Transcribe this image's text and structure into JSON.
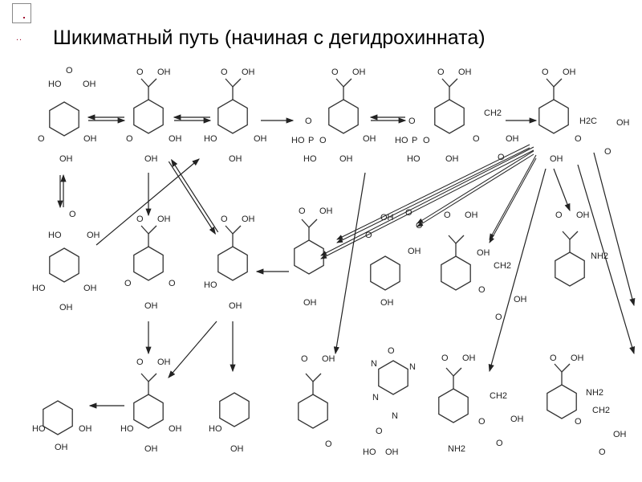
{
  "slide": {
    "title": "Шикиматный путь (начиная с дегидрохинната)",
    "bullet": "..",
    "icons": [
      "slide-thumbnail-icon"
    ]
  },
  "diagram": {
    "molecules": [
      {
        "labels": [
          "O",
          "HO",
          "OH",
          "O",
          "OH",
          "OH"
        ]
      },
      {
        "labels": [
          "O",
          "OH",
          "O",
          "OH",
          "OH"
        ]
      },
      {
        "labels": [
          "O",
          "OH",
          "HO",
          "OH",
          "OH"
        ]
      },
      {
        "labels": [
          "O",
          "OH",
          "O",
          "HO",
          "P",
          "O",
          "OH",
          "OH",
          "HO"
        ]
      },
      {
        "labels": [
          "O",
          "OH",
          "O",
          "HO",
          "P",
          "O",
          "HO",
          "CH2",
          "OH",
          "O",
          "O",
          "OH"
        ]
      },
      {
        "labels": [
          "O",
          "OH",
          "H2C",
          "OH",
          "O",
          "O",
          "OH"
        ]
      },
      {
        "labels": [
          "O",
          "HO",
          "OH",
          "HO",
          "OH",
          "OH"
        ]
      },
      {
        "labels": [
          "O",
          "OH",
          "O",
          "O",
          "OH"
        ]
      },
      {
        "labels": [
          "O",
          "OH",
          "HO",
          "OH"
        ]
      },
      {
        "labels": [
          "O",
          "OH",
          "OH"
        ]
      },
      {
        "labels": [
          "OH",
          "O",
          "O",
          "OH",
          "O",
          "OH"
        ]
      },
      {
        "labels": [
          "O",
          "OH",
          "OH",
          "CH2",
          "O",
          "OH",
          "O"
        ]
      },
      {
        "labels": [
          "O",
          "OH",
          "NH2"
        ]
      },
      {
        "labels": [
          "HO",
          "OH",
          "OH"
        ]
      },
      {
        "labels": [
          "O",
          "OH",
          "HO",
          "OH",
          "OH"
        ]
      },
      {
        "labels": [
          "HO",
          "OH"
        ]
      },
      {
        "labels": [
          "O",
          "OH",
          "O"
        ]
      },
      {
        "labels": [
          "O",
          "N",
          "N",
          "N",
          "N",
          "O",
          "HO",
          "OH"
        ]
      },
      {
        "labels": [
          "O",
          "OH",
          "CH2",
          "O",
          "OH",
          "O",
          "NH2"
        ]
      },
      {
        "labels": [
          "O",
          "OH",
          "NH2",
          "CH2",
          "O",
          "OH",
          "O"
        ]
      }
    ]
  }
}
